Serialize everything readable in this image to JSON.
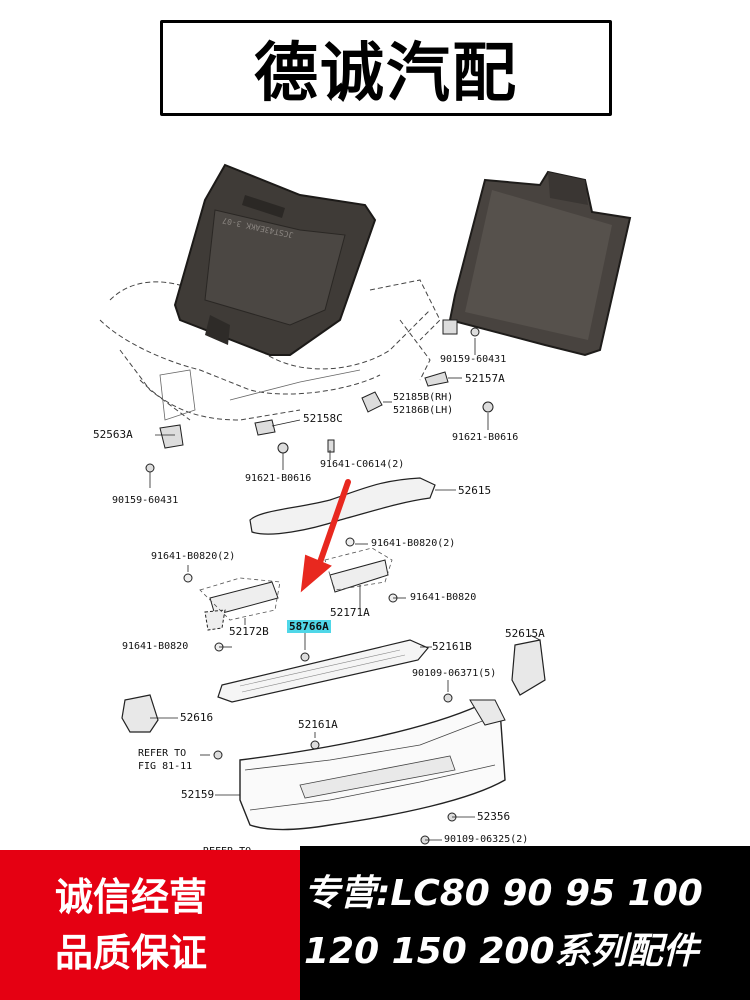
{
  "header": {
    "title": "德诚汽配"
  },
  "diagram": {
    "callouts": {
      "p90159_60431_top": "90159-60431",
      "p52157A": "52157A",
      "p52185B": "52185B(RH)",
      "p52186B": "52186B(LH)",
      "p52563A": "52563A",
      "p52158C": "52158C",
      "p91621_B0616_r": "91621-B0616",
      "p91641_C0614": "91641-C0614(2)",
      "p91621_B0616_l": "91621-B0616",
      "p90159_60431_l": "90159-60431",
      "p52615": "52615",
      "p91641_B0820_2a": "91641-B0820(2)",
      "p91641_B0820_2b": "91641-B0820(2)",
      "p91641_B0820_r": "91641-B0820",
      "p52171A": "52171A",
      "p52172B": "52172B",
      "p58766A": "58766A",
      "p52161B": "52161B",
      "p52615A": "52615A",
      "p91641_B0820_l": "91641-B0820",
      "p90109_06371": "90109-06371(5)",
      "p52616": "52616",
      "p52161A": "52161A",
      "refer_to_1": "REFER TO",
      "fig_81_11": "FIG 81-11",
      "p52159": "52159",
      "p52356": "52356",
      "p90109_06325": "90109-06325(2)",
      "refer_to_2": "REFER TO"
    },
    "part_photo_text": "JCST43EAKK 3-07"
  },
  "banners": {
    "left": {
      "line1": "诚信经营",
      "line2": "品质保证"
    },
    "right": {
      "line1": "专营:LC80 90 95 100",
      "line2": "120 150 200系列配件"
    }
  },
  "colors": {
    "highlight": "#4fd7e8",
    "arrow": "#e8281f",
    "banner_red": "#e50012",
    "banner_black": "#000000"
  }
}
